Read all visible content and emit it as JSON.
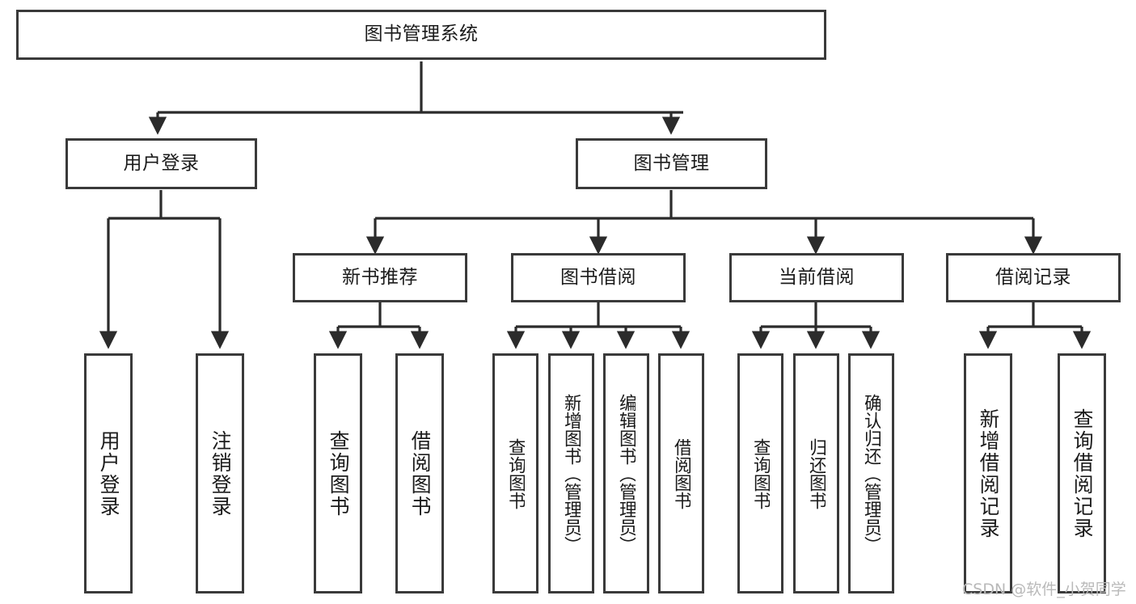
{
  "diagram": {
    "type": "tree",
    "title": "图书管理系统",
    "root": {
      "id": "root",
      "label": "图书管理系统"
    },
    "level2": [
      {
        "id": "user-login",
        "label": "用户登录"
      },
      {
        "id": "book-manage",
        "label": "图书管理"
      }
    ],
    "level3": [
      {
        "id": "new-book-rec",
        "label": "新书推荐",
        "parent": "book-manage"
      },
      {
        "id": "book-borrow",
        "label": "图书借阅",
        "parent": "book-manage"
      },
      {
        "id": "current-borrow",
        "label": "当前借阅",
        "parent": "book-manage"
      },
      {
        "id": "borrow-record",
        "label": "借阅记录",
        "parent": "book-manage"
      }
    ],
    "leaves": [
      {
        "id": "leaf-user-login",
        "label": "用户登录",
        "parent": "user-login"
      },
      {
        "id": "leaf-logout",
        "label": "注销登录",
        "parent": "user-login"
      },
      {
        "id": "leaf-query-book-1",
        "label": "查询图书",
        "parent": "new-book-rec"
      },
      {
        "id": "leaf-borrow-book-1",
        "label": "借阅图书",
        "parent": "new-book-rec"
      },
      {
        "id": "leaf-query-book-2",
        "label": "查询图书",
        "parent": "book-borrow"
      },
      {
        "id": "leaf-add-book",
        "label": "新增图书（管理员）",
        "parent": "book-borrow"
      },
      {
        "id": "leaf-edit-book",
        "label": "编辑图书（管理员）",
        "parent": "book-borrow"
      },
      {
        "id": "leaf-borrow-book-2",
        "label": "借阅图书",
        "parent": "book-borrow"
      },
      {
        "id": "leaf-query-book-3",
        "label": "查询图书",
        "parent": "current-borrow"
      },
      {
        "id": "leaf-return-book",
        "label": "归还图书",
        "parent": "current-borrow"
      },
      {
        "id": "leaf-confirm-return",
        "label": "确认归还（管理员）",
        "parent": "current-borrow"
      },
      {
        "id": "leaf-add-record",
        "label": "新增借阅记录",
        "parent": "borrow-record"
      },
      {
        "id": "leaf-query-record",
        "label": "查询借阅记录",
        "parent": "borrow-record"
      }
    ],
    "colors": {
      "border": "#3a3a3a",
      "background": "#ffffff",
      "text": "#1b1b1b",
      "edge": "#2b2b2b",
      "watermark": "#b9b9b9"
    }
  },
  "watermark": {
    "text": "CSDN @软件_小贺同学"
  }
}
